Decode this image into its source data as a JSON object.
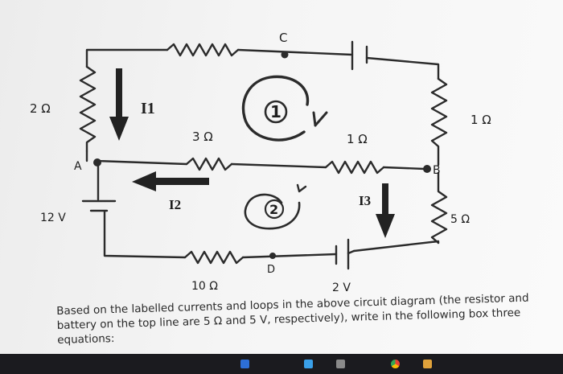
{
  "circuit": {
    "node_labels": {
      "c": "C",
      "a": "A",
      "b": "B",
      "d": "D"
    },
    "resistors": {
      "left_top": "2 Ω",
      "middle_left": "3 Ω",
      "middle_right": "1 Ω",
      "right_top": "1 Ω",
      "right_bottom": "5 Ω",
      "bottom": "10 Ω"
    },
    "batteries": {
      "left": "12 V",
      "bottom": "2 V"
    },
    "currents": {
      "i1": "I1",
      "i2": "I2",
      "i3": "I3"
    },
    "loops": {
      "loop1": "1",
      "loop2": "2"
    }
  },
  "question_text": "Based on the labelled currents and loops in the above circuit diagram (the resistor and battery on the top line are 5 Ω and 5 V, respectively), write in the following box three equations:",
  "colors": {
    "wire": "#2b2b2b",
    "ink": "#1d1d1d",
    "taskbar": "#1b1b1f"
  }
}
